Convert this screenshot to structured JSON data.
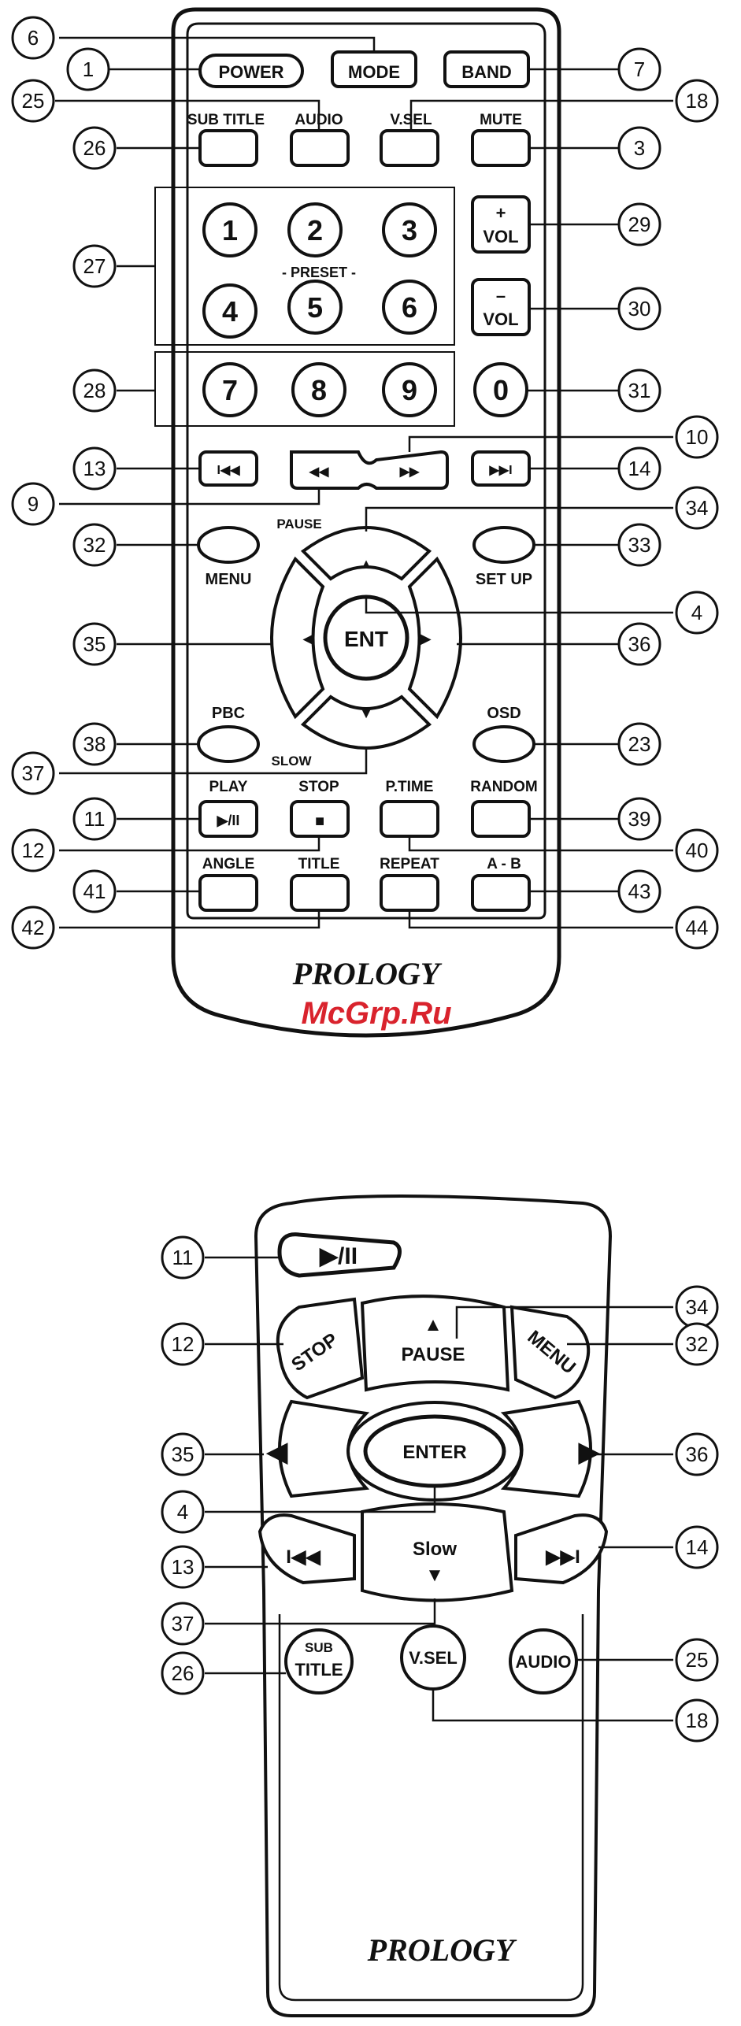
{
  "remote1": {
    "brand": "PROLOGY",
    "watermark": "McGrp.Ru",
    "buttons": {
      "power": "POWER",
      "mode": "MODE",
      "band": "BAND",
      "vol_plus": "+",
      "vol_minus": "–",
      "vol": "VOL",
      "ent": "ENT",
      "play_pause": "▶/II",
      "stop": "■",
      "n1": "1",
      "n2": "2",
      "n3": "3",
      "n4": "4",
      "n5": "5",
      "n6": "6",
      "n7": "7",
      "n8": "8",
      "n9": "9",
      "n0": "0",
      "prev": "I◀◀",
      "rew": "◀◀",
      "ff": "▶▶",
      "next": "▶▶I",
      "up": "▲",
      "down": "▼",
      "left": "◀",
      "right": "▶"
    },
    "captions": {
      "subtitle": "SUB TITLE",
      "audio": "AUDIO",
      "vsel": "V.SEL",
      "mute": "MUTE",
      "preset": "- PRESET -",
      "pause": "PAUSE",
      "menu": "MENU",
      "setup": "SET UP",
      "pbc": "PBC",
      "osd": "OSD",
      "slow": "SLOW",
      "play": "PLAY",
      "stop": "STOP",
      "ptime": "P.TIME",
      "random": "RANDOM",
      "angle": "ANGLE",
      "title": "TITLE",
      "repeat": "REPEAT",
      "ab": "A - B"
    },
    "callouts": [
      "6",
      "1",
      "7",
      "25",
      "18",
      "26",
      "3",
      "27",
      "29",
      "30",
      "28",
      "31",
      "10",
      "13",
      "14",
      "9",
      "34",
      "32",
      "33",
      "4",
      "35",
      "36",
      "38",
      "23",
      "37",
      "11",
      "39",
      "12",
      "40",
      "41",
      "43",
      "42",
      "44"
    ]
  },
  "remote2": {
    "brand": "PROLOGY",
    "buttons": {
      "play_pause": "▶/II",
      "stop": "STOP",
      "pause": "PAUSE",
      "up": "▲",
      "menu": "MENU",
      "left": "◀",
      "right": "▶",
      "enter": "ENTER",
      "prev": "I◀◀",
      "next": "▶▶I",
      "slow": "Slow",
      "down": "▼",
      "sub": "SUB",
      "title": "TITLE",
      "vsel": "V.SEL",
      "audio": "AUDIO"
    },
    "callouts": [
      "11",
      "34",
      "12",
      "32",
      "35",
      "36",
      "4",
      "13",
      "14",
      "37",
      "26",
      "25",
      "18"
    ]
  }
}
